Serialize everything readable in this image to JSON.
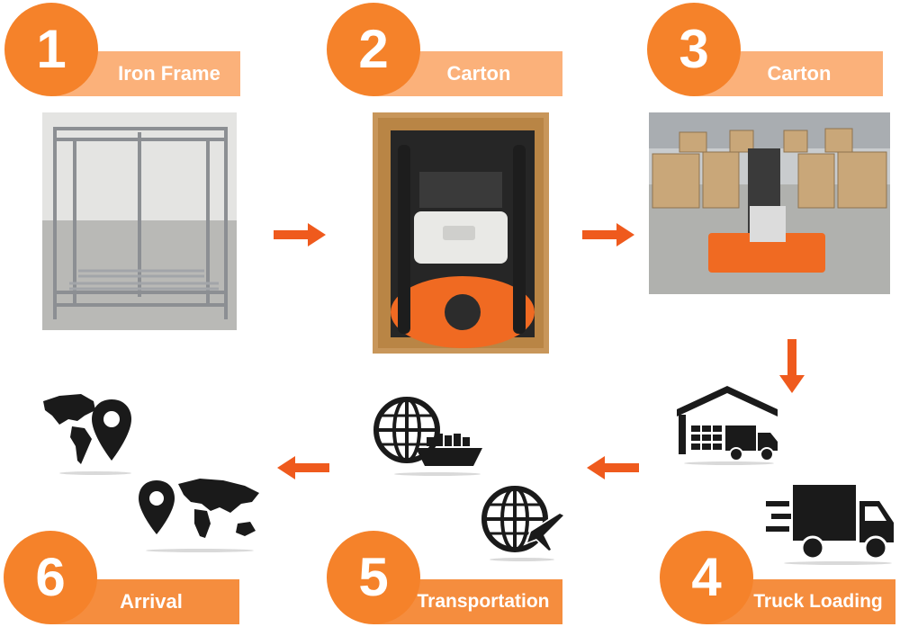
{
  "colors": {
    "accent": "#f5822a",
    "bar_light": "#fbb17a",
    "arrow": "#ef5a1d",
    "icon": "#1a1a1a"
  },
  "steps": [
    {
      "number": "1",
      "label": "Iron Frame"
    },
    {
      "number": "2",
      "label": "Carton"
    },
    {
      "number": "3",
      "label": "Carton"
    },
    {
      "number": "4",
      "label": "Truck Loading"
    },
    {
      "number": "5",
      "label": "Transportation"
    },
    {
      "number": "6",
      "label": "Arrival"
    }
  ],
  "icons": {
    "step4": [
      "warehouse-truck-icon",
      "delivery-truck-icon"
    ],
    "step5": [
      "globe-ship-icon",
      "globe-plane-icon"
    ],
    "step6": [
      "map-pin-americas-icon",
      "map-pin-world-icon"
    ]
  }
}
